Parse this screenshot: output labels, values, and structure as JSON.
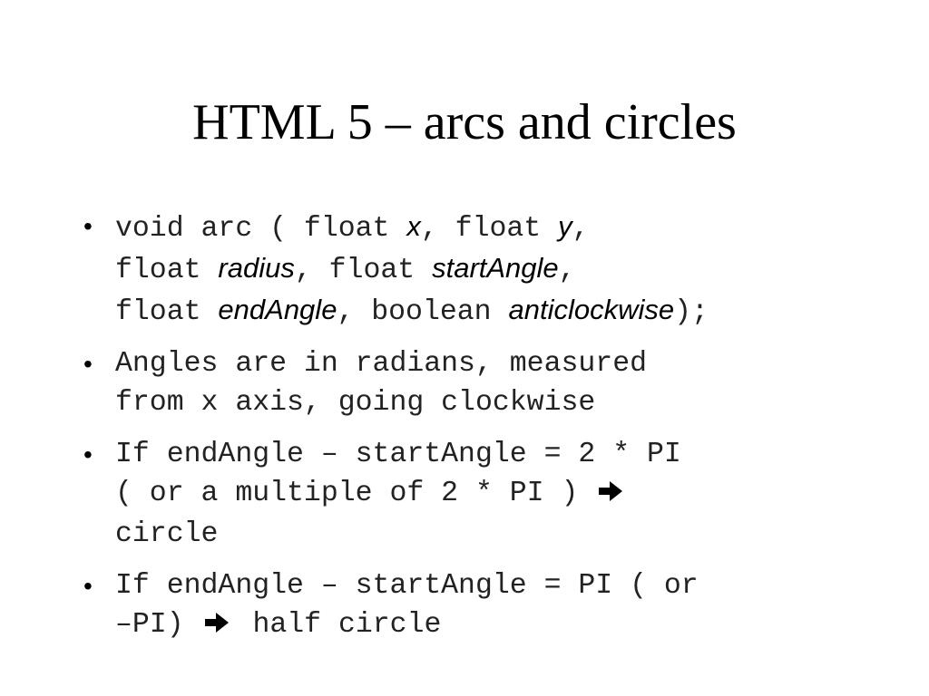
{
  "slide": {
    "title": "HTML 5 – arcs and circles",
    "bullet1": {
      "t1": "void arc ( float ",
      "x": "x",
      "t2": ", float ",
      "y": "y",
      "t3": ",",
      "t4": "float ",
      "radius": "radius",
      "t5": ", float ",
      "startAngle": "startAngle",
      "t6": ",",
      "t7": "float ",
      "endAngle": "endAngle",
      "t8": ", boolean ",
      "anticlockwise": "anticlockwise",
      "t9": ");"
    },
    "bullet2": {
      "line1": "Angles are in radians, measured",
      "line2": "from x axis, going clockwise"
    },
    "bullet3": {
      "line1": "If endAngle – startAngle = 2 * PI",
      "line2a": "( or a multiple of 2 * PI )",
      "line3": "circle"
    },
    "bullet4": {
      "line1": "If endAngle – startAngle = PI ( or",
      "line2a": "–PI)",
      "line2b": "half circle"
    },
    "arrow_icon": "right-arrow-icon"
  }
}
